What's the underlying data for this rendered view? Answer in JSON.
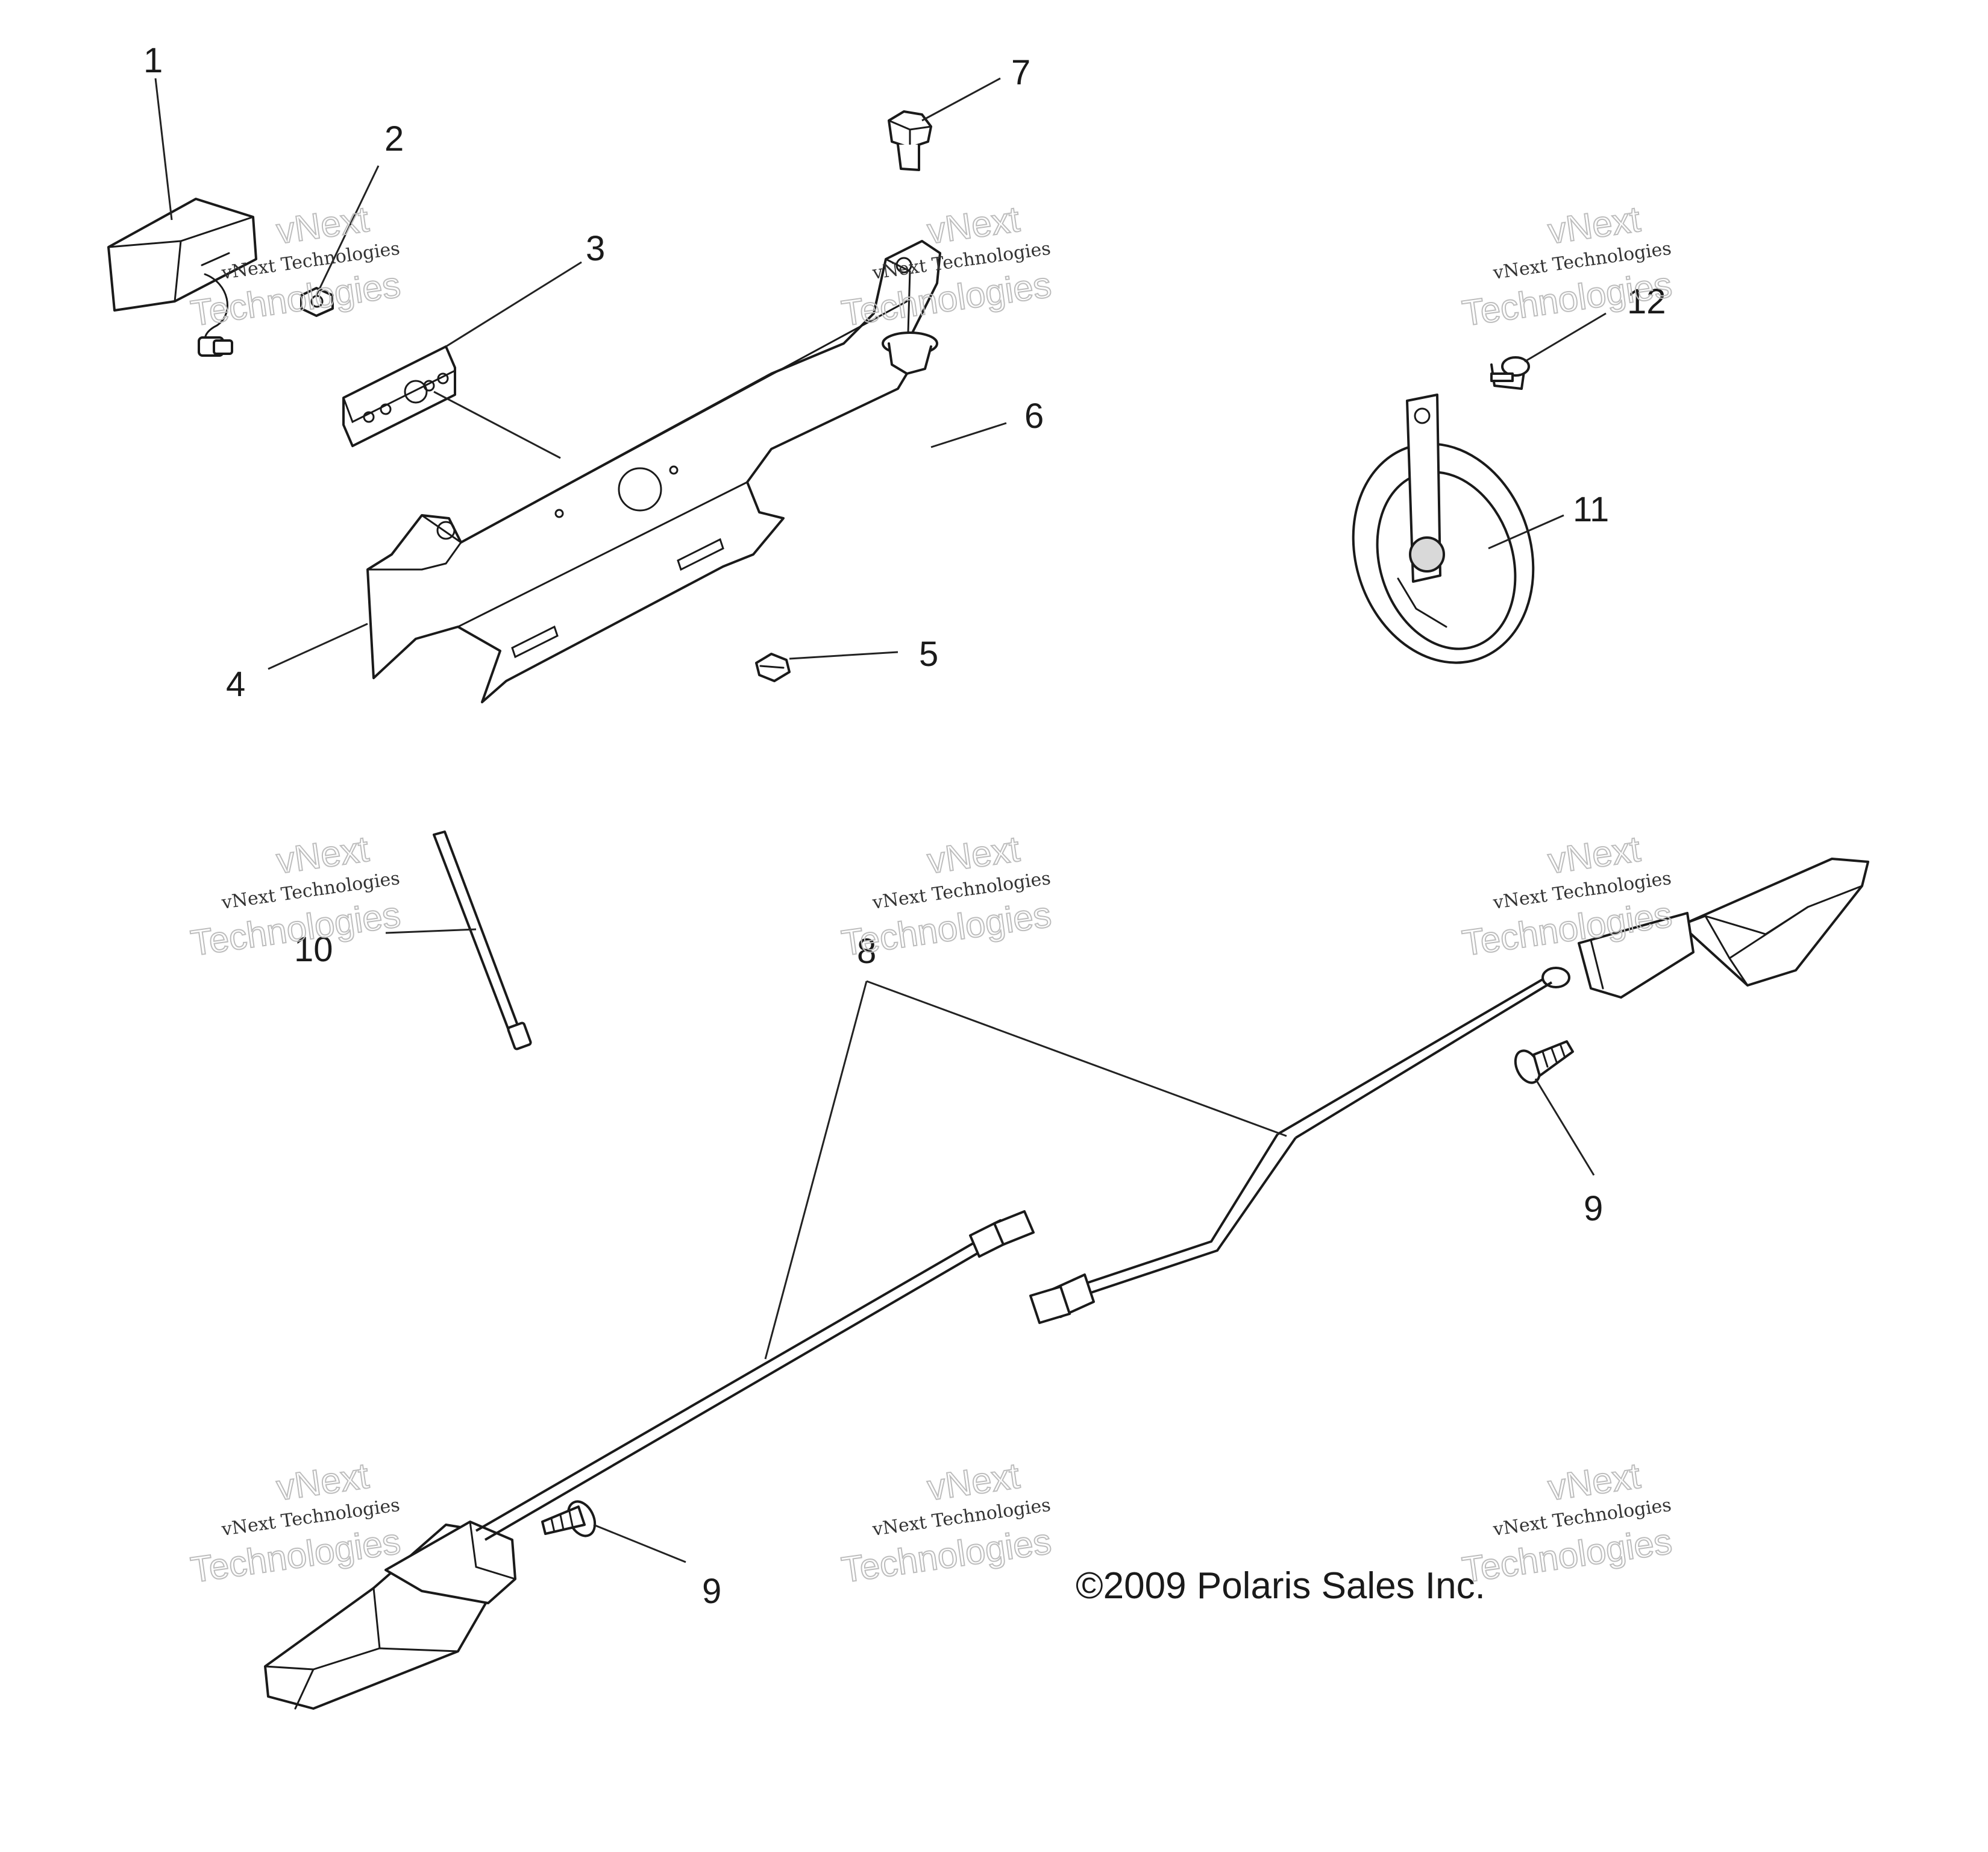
{
  "diagram": {
    "callouts": [
      "1",
      "2",
      "3",
      "4",
      "5",
      "6",
      "7",
      "8",
      "9",
      "9",
      "10",
      "11",
      "12"
    ],
    "copyright": "©2009 Polaris Sales Inc.",
    "watermark": {
      "line1": "vNext",
      "line2": "vNext Technologies",
      "line3": "Technologies"
    }
  }
}
